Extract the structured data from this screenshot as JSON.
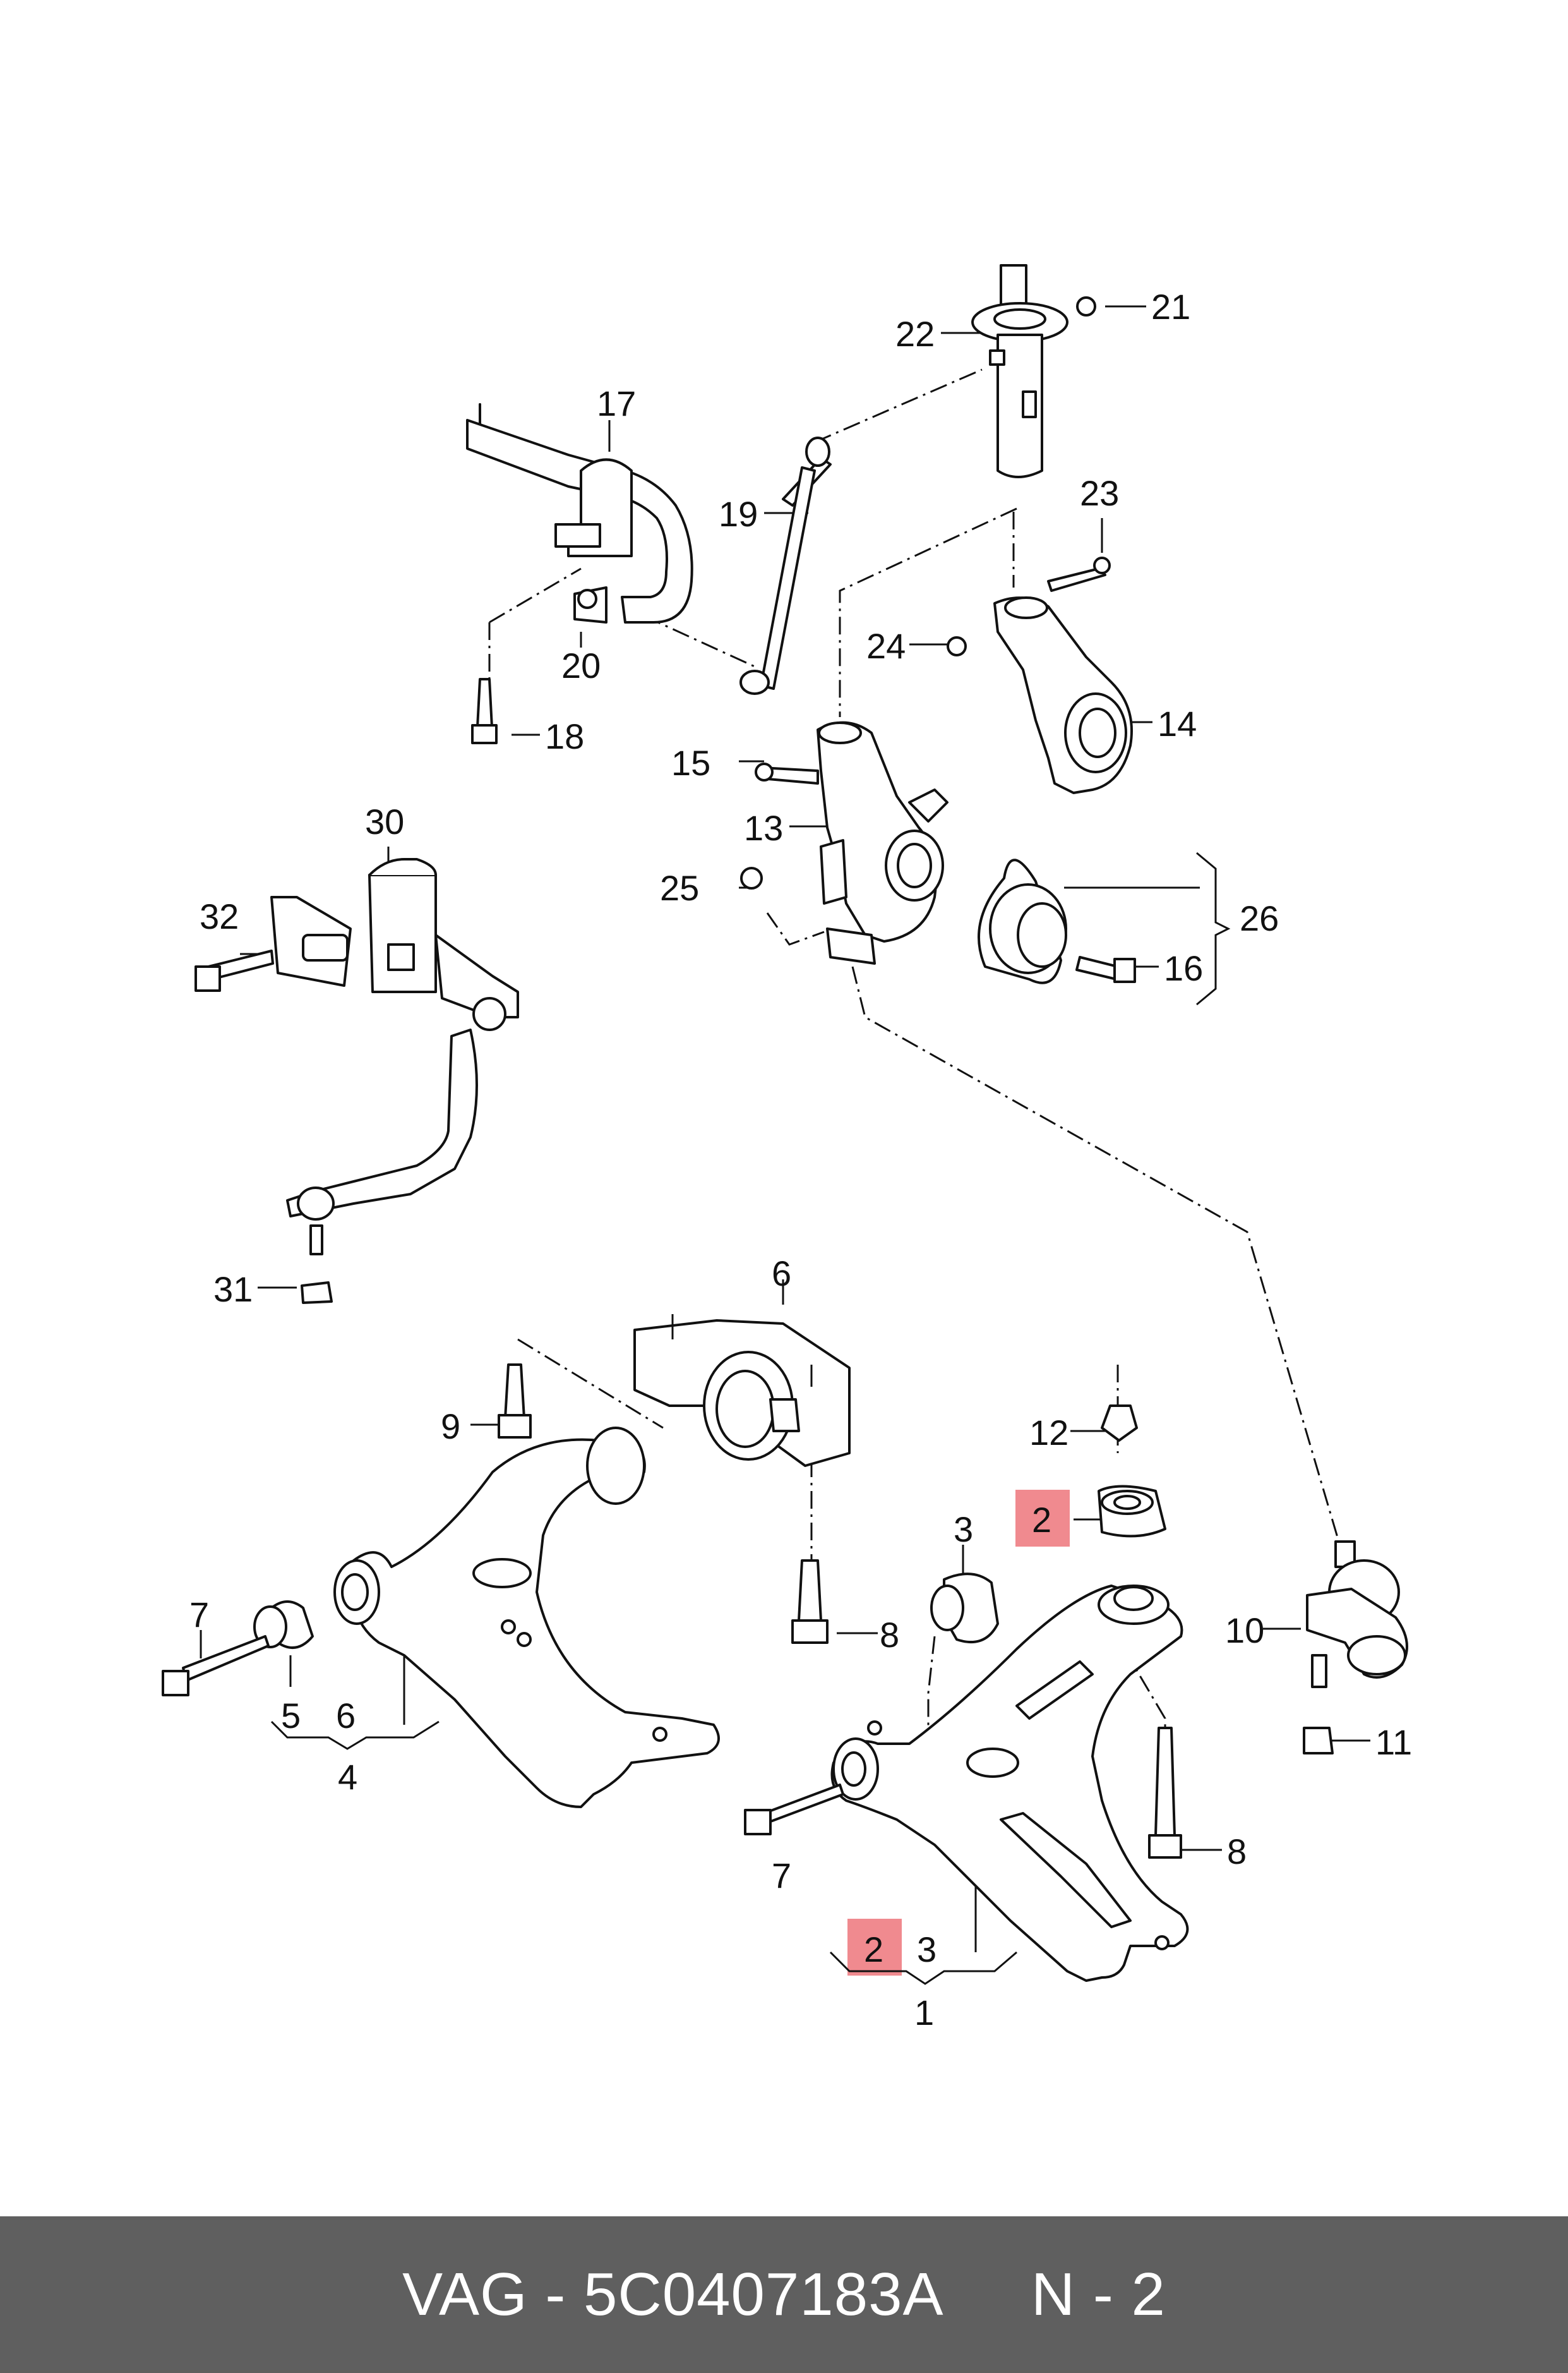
{
  "footer": {
    "brand": "VAG",
    "separator": "-",
    "part_number": "5C0407183A",
    "note": "N - 2"
  },
  "colors": {
    "highlight": "#f08a8f",
    "footer_bg": "#5f5f5f",
    "line": "#111111"
  },
  "labels": {
    "p1": "1",
    "p2": "2",
    "p3": "3",
    "p4": "4",
    "p5": "5",
    "p6": "6",
    "p7": "7",
    "p8": "8",
    "p9": "9",
    "p10": "10",
    "p11": "11",
    "p12": "12",
    "p13": "13",
    "p14": "14",
    "p15": "15",
    "p16": "16",
    "p17": "17",
    "p18": "18",
    "p19": "19",
    "p20": "20",
    "p21": "21",
    "p22": "22",
    "p23": "23",
    "p24": "24",
    "p25": "25",
    "p26": "26",
    "p30": "30",
    "p31": "31",
    "p32": "32"
  },
  "highlighted_labels": [
    "2"
  ]
}
